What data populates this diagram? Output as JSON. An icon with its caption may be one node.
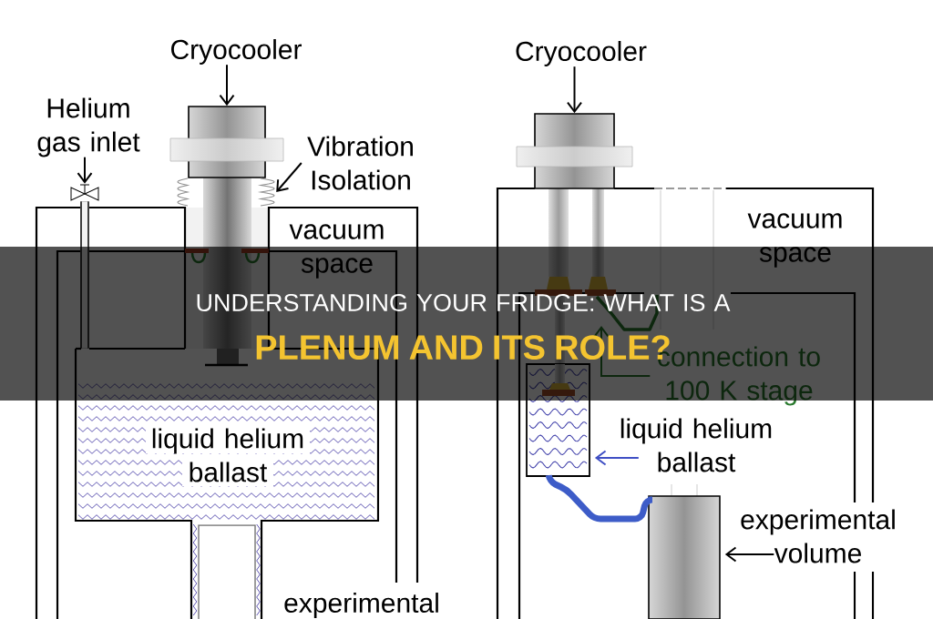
{
  "diagram": {
    "title": "UNDERSTANDING YOUR FRIDGE: WHAT IS A **PLENUM AND ITS ROLE?**",
    "nodes": [
      {
        "text": [
          "Cryocooler"
        ]
      },
      {
        "text": [],
        "shape": "cylinder"
      },
      {
        "text": [
          "Helium gas inlet"
        ]
      },
      {
        "text": [],
        "shape": "valve"
      },
      {
        "text": [
          "Vibration Isolation"
        ]
      },
      {
        "text": [],
        "shape": "bellows"
      },
      {
        "text": [
          "liquid helium ballast"
        ]
      },
      {
        "text": [
          "Cryocooler"
        ]
      },
      {
        "text": [],
        "shape": "cylinder"
      },
      {
        "text": [
          "connection to 100 K stage"
        ]
      },
      {
        "text": [
          "liquid helium ballast"
        ]
      },
      {
        "text": [],
        "shape": "box"
      },
      {
        "text": [
          "experimental volume"
        ]
      },
      {
        "text": [],
        "shape": "cylinder"
      }
    ],
    "edges": [
      {
        "from": 0,
        "to": 1,
        "arrow": "to"
      },
      {
        "from": 2,
        "to": 3,
        "arrow": "to"
      },
      {
        "from": 4,
        "to": 5,
        "arrow": "to"
      },
      {
        "from": 7,
        "to": 8,
        "arrow": "to"
      },
      {
        "from": 9,
        "to": null,
        "arrow": "to",
        "color": "#2a7a2e"
      },
      {
        "from": 10,
        "to": 11,
        "arrow": "to",
        "color": "#3f4fc4"
      },
      {
        "from": 12,
        "to": 13,
        "arrow": "to"
      },
      {
        "from": 11,
        "to": 13,
        "arrow": "none",
        "style": "thick",
        "color": "#3d5cc8"
      },
      {
        "from": 3,
        "to": 6,
        "arrow": "none",
        "style": "thick"
      }
    ],
    "labels": [
      "vacuum space",
      "vacuum space",
      "experimental"
    ]
  }
}
